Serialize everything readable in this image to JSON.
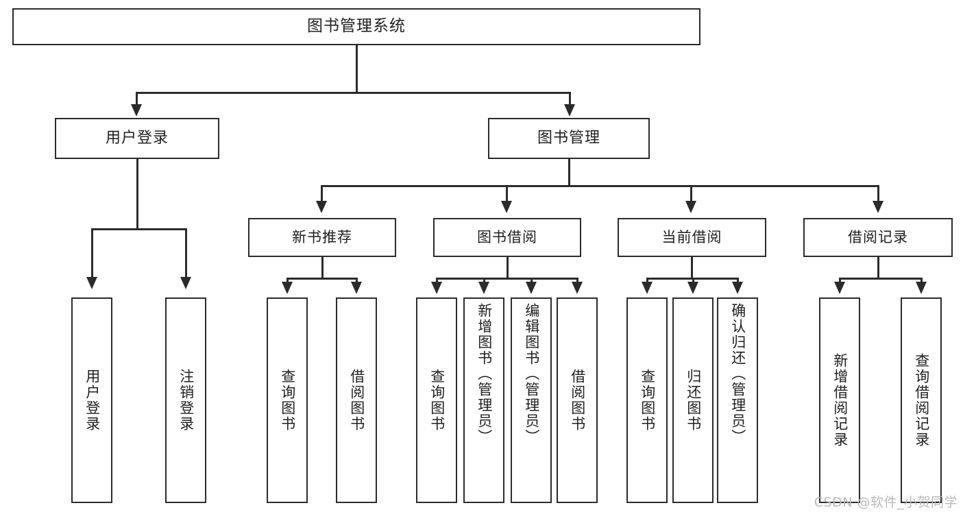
{
  "diagram": {
    "type": "tree-hierarchy",
    "title": "图书管理系统",
    "root": {
      "label": "图书管理系统"
    },
    "level1": [
      {
        "label": "用户登录"
      },
      {
        "label": "图书管理"
      }
    ],
    "level2": [
      {
        "label": "新书推荐"
      },
      {
        "label": "图书借阅"
      },
      {
        "label": "当前借阅"
      },
      {
        "label": "借阅记录"
      }
    ],
    "leaves": {
      "user_login": [
        {
          "label": "用户登录"
        },
        {
          "label": "注销登录"
        }
      ],
      "new_book_recommend": [
        {
          "label": "查询图书"
        },
        {
          "label": "借阅图书"
        }
      ],
      "book_borrow": [
        {
          "label": "查询图书"
        },
        {
          "label": "新增图书（管理员）"
        },
        {
          "label": "编辑图书（管理员）"
        },
        {
          "label": "借阅图书"
        }
      ],
      "current_borrow": [
        {
          "label": "查询图书"
        },
        {
          "label": "归还图书"
        },
        {
          "label": "确认归还（管理员）"
        }
      ],
      "borrow_record": [
        {
          "label": "新增借阅记录"
        },
        {
          "label": "查询借阅记录"
        }
      ]
    }
  },
  "watermark": {
    "text": "CSDN @软件_小贺同学"
  },
  "colors": {
    "stroke": "#2b2b2b",
    "background": "#ffffff",
    "text": "#1f1f1f",
    "watermark": "#b9b9b9"
  }
}
